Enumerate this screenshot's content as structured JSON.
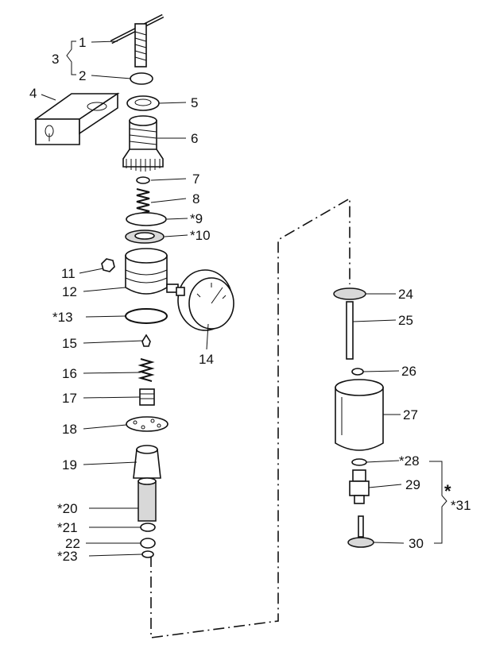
{
  "labels": {
    "p1": "1",
    "p2": "2",
    "p3": "3",
    "p4": "4",
    "p5": "5",
    "p6": "6",
    "p7": "7",
    "p8": "8",
    "p9": "*9",
    "p10": "*10",
    "p11": "11",
    "p12": "12",
    "p13": "*13",
    "p14": "14",
    "p15": "15",
    "p16": "16",
    "p17": "17",
    "p18": "18",
    "p19": "19",
    "p20": "*20",
    "p21": "*21",
    "p22": "22",
    "p23": "*23",
    "p24": "24",
    "p25": "25",
    "p26": "26",
    "p27": "27",
    "p28": "*28",
    "p29": "29",
    "p30": "30",
    "p31": "*31",
    "p31star": "*"
  },
  "colors": {
    "ink": "#111111",
    "paper": "#ffffff",
    "shade": "#d8d8d8"
  }
}
